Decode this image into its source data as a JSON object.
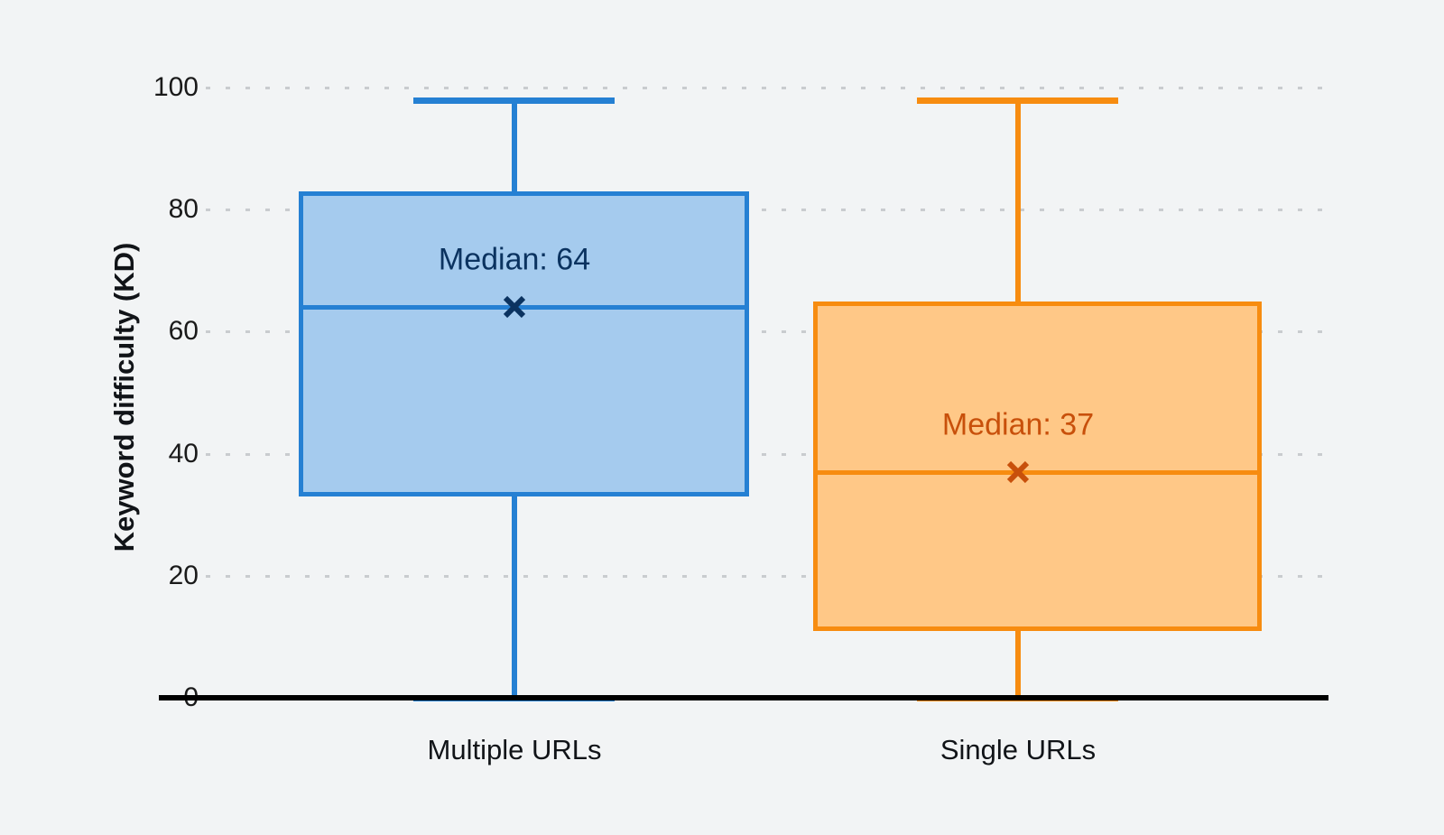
{
  "chart_data": {
    "type": "box",
    "title": "",
    "xlabel": "",
    "ylabel": "Keyword difficulty (KD)",
    "ylim": [
      0,
      100
    ],
    "yticks": [
      0,
      20,
      40,
      60,
      80,
      100
    ],
    "ytick_labels": [
      "0",
      "20",
      "40",
      "60",
      "80",
      "100"
    ],
    "categories": [
      "Multiple URLs",
      "Single URLs"
    ],
    "grid": "horizontal-dotted",
    "legend": "none",
    "series": [
      {
        "name": "Multiple URLs",
        "min": 0,
        "q1": 33,
        "median": 64,
        "q3": 83,
        "max": 98,
        "median_label": "Median: 64",
        "marker": "x-cross",
        "color_fill": "#A5CBEE",
        "color_line": "#2580D3",
        "color_text": "#0B3360"
      },
      {
        "name": "Single URLs",
        "min": 0,
        "q1": 11,
        "median": 37,
        "q3": 65,
        "max": 98,
        "median_label": "Median: 37",
        "marker": "x-cross",
        "color_fill": "#FFC887",
        "color_line": "#F78C10",
        "color_text": "#C8500B"
      }
    ]
  },
  "style": {
    "background": "#f2f4f5",
    "axis_color": "#000000",
    "grid_color": "#c9cccf",
    "tick_text_color": "#1a1a1a"
  }
}
